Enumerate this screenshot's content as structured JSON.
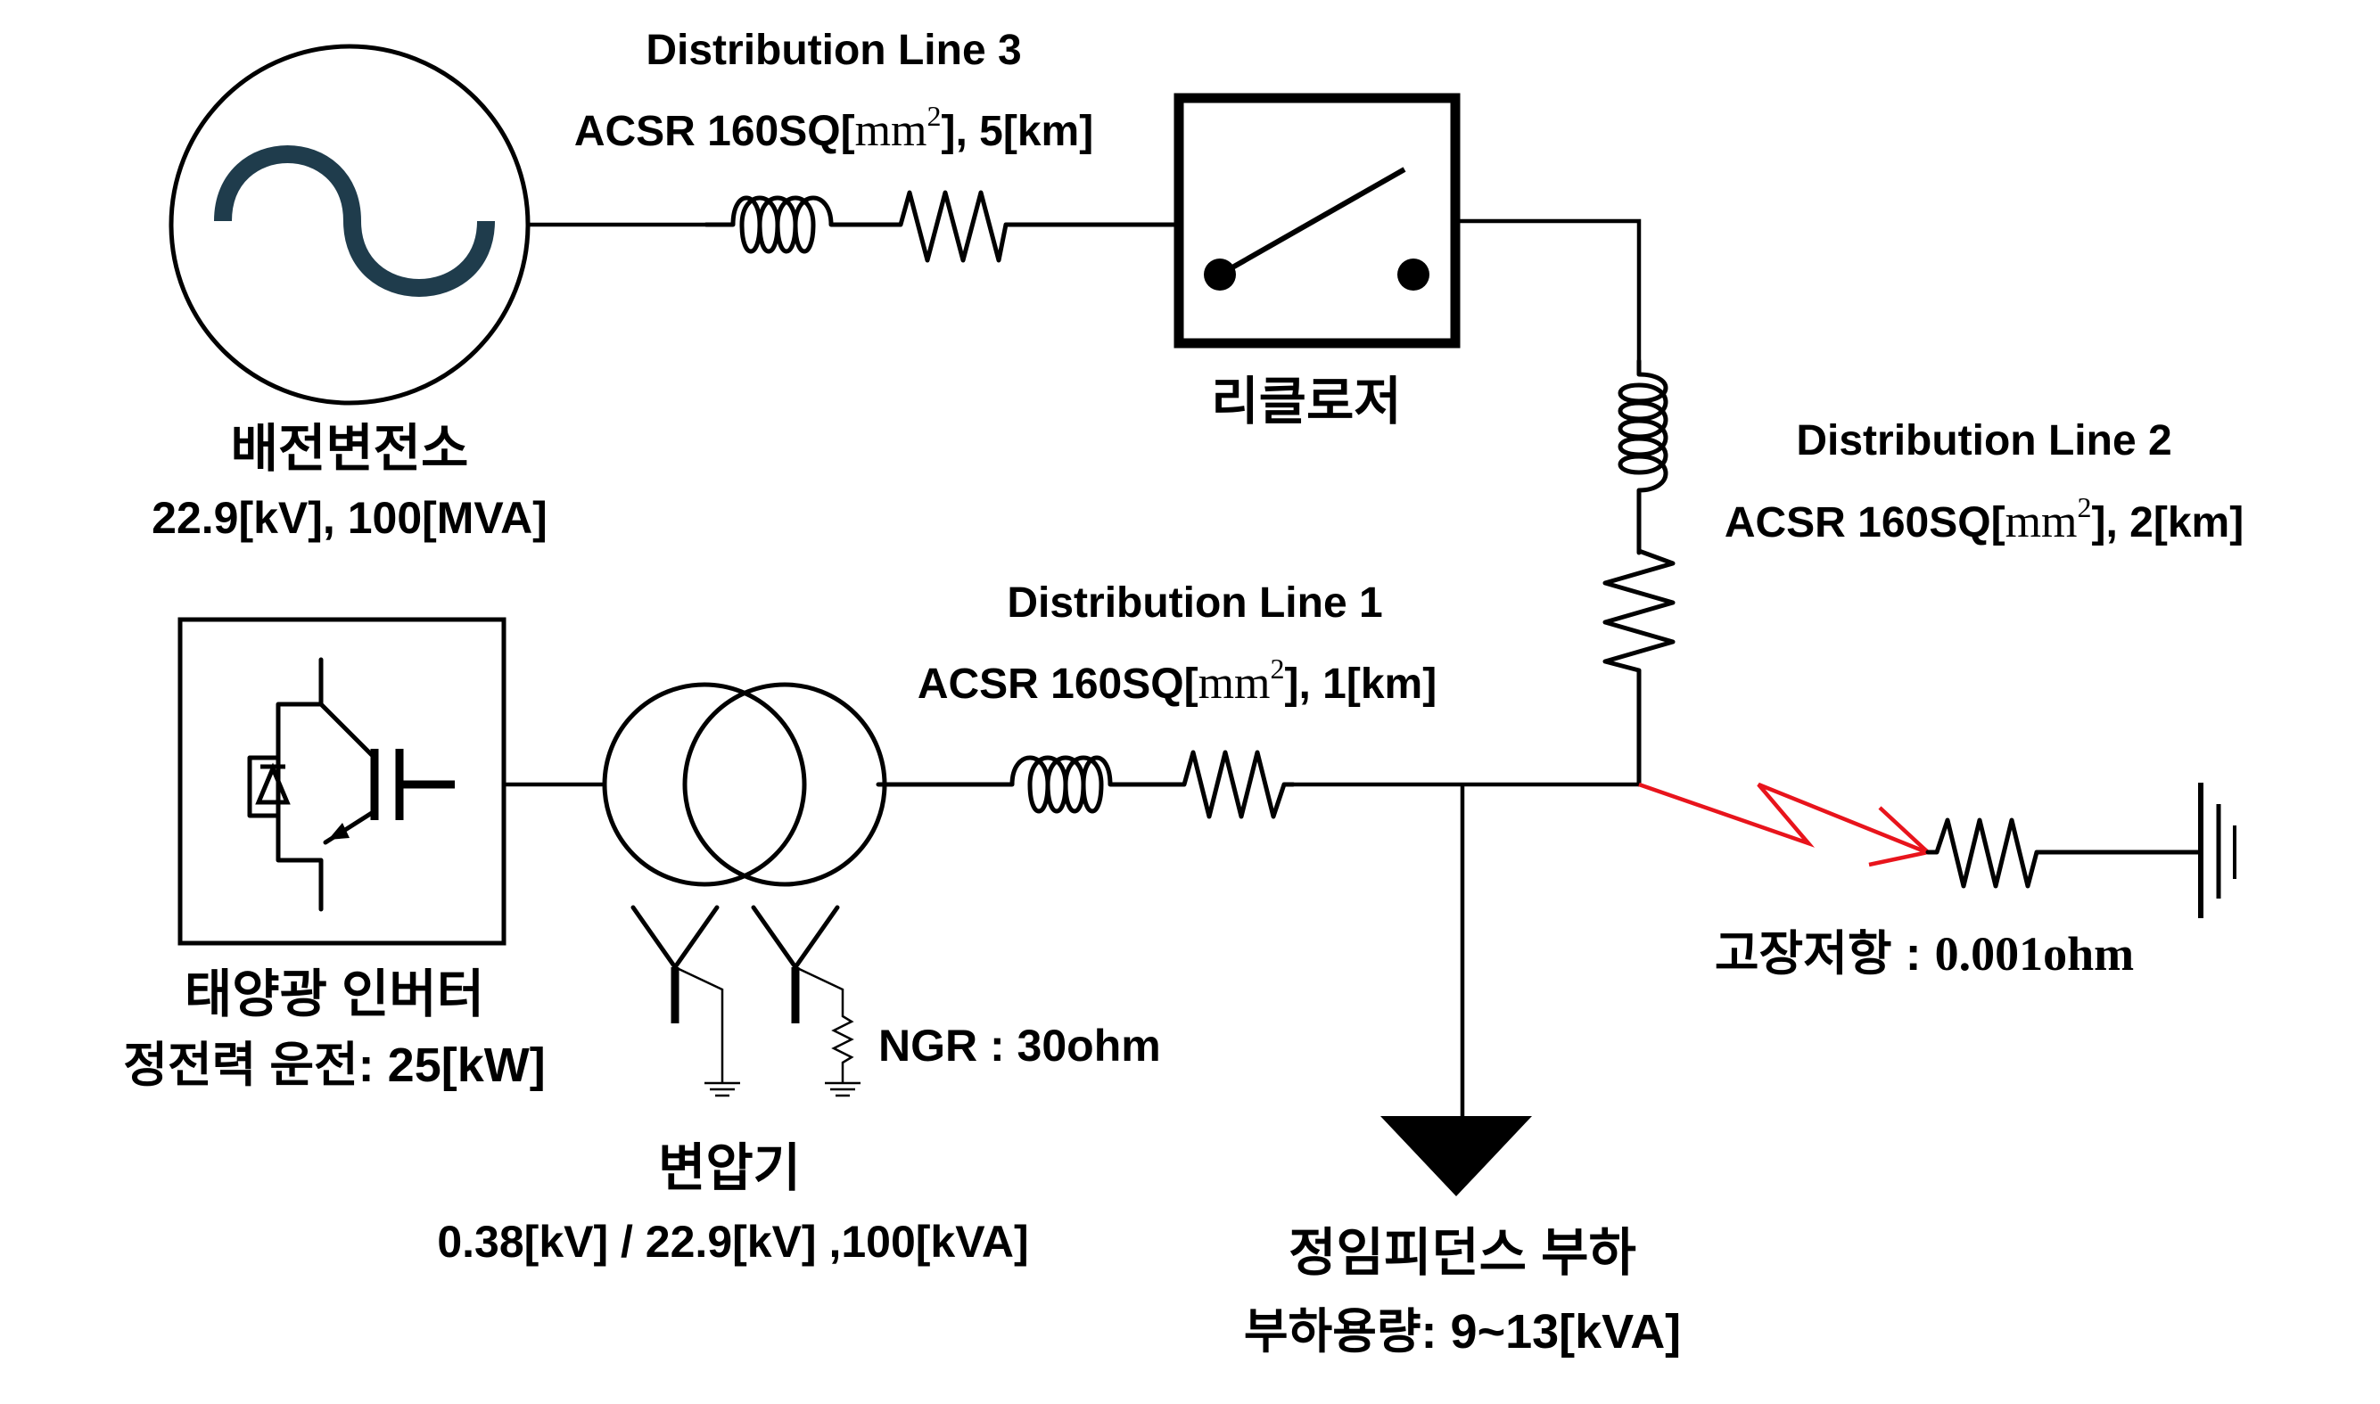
{
  "substation": {
    "name": "배전변전소",
    "rating": "22.9[kV], 100[MVA]"
  },
  "line3": {
    "title": "Distribution Line 3",
    "spec_prefix": "ACSR 160SQ[",
    "spec_unit": "mm",
    "spec_exp": "2",
    "spec_suffix": "], 5[km]"
  },
  "recloser": {
    "name": "리클로저"
  },
  "line2": {
    "title": "Distribution Line 2",
    "spec_prefix": "ACSR 160SQ[",
    "spec_unit": "mm",
    "spec_exp": "2",
    "spec_suffix": "], 2[km]"
  },
  "line1": {
    "title": "Distribution Line 1",
    "spec_prefix": "ACSR 160SQ[",
    "spec_unit": "mm",
    "spec_exp": "2",
    "spec_suffix": "], 1[km]"
  },
  "inverter": {
    "name": "태양광 인버터",
    "mode": "정전력 운전: 25[kW]"
  },
  "transformer": {
    "name": "변압기",
    "rating": "0.38[kV] / 22.9[kV] ,100[kVA]",
    "ngr": "NGR : 30ohm"
  },
  "load": {
    "name": "정임피던스 부하",
    "capacity": "부하용량: 9~13[kVA]"
  },
  "fault": {
    "label": "고장저항 : ",
    "value": "0.001ohm",
    "color": "#e8141c"
  }
}
